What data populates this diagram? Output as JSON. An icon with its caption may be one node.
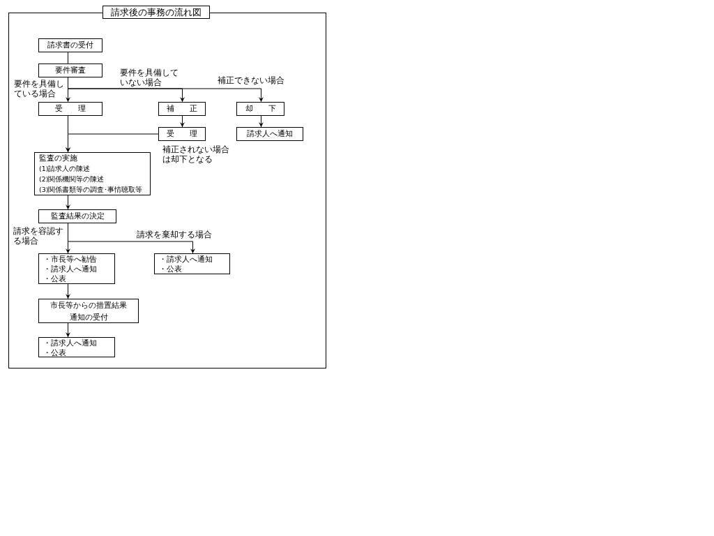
{
  "diagram": {
    "title": "請求後の事務の流れ図",
    "nodes": [
      {
        "text": [
          "請求書の受付"
        ]
      },
      {
        "text": [
          "要件審査"
        ]
      },
      {
        "text": [
          "受　　理"
        ]
      },
      {
        "text": [
          "補　　正"
        ]
      },
      {
        "text": [
          "却　　下"
        ]
      },
      {
        "text": [
          "受　　理"
        ]
      },
      {
        "text": [
          "請求人へ通知"
        ]
      },
      {
        "text": [
          "監査の実施",
          "(1)請求人の陳述",
          "(2)関係機関等の陳述",
          "(3)関係書類等の調査･事情聴取等"
        ]
      },
      {
        "text": [
          "監査結果の決定"
        ]
      },
      {
        "text": [
          "・市長等へ勧告",
          "・請求人へ通知",
          "・公表"
        ]
      },
      {
        "text": [
          "・請求人へ通知",
          "・公表"
        ]
      },
      {
        "text": [
          "市長等からの措置結果通知の受付"
        ]
      },
      {
        "text": [
          "・請求人へ通知",
          "・公表"
        ]
      }
    ],
    "edges": [
      {
        "from": 0,
        "to": 1,
        "arrow": "none"
      },
      {
        "from": 1,
        "to": 2,
        "arrow": "to",
        "label": "要件を具備している場合"
      },
      {
        "from": 1,
        "to": 3,
        "arrow": "to",
        "label": "要件を具備していない場合"
      },
      {
        "from": 1,
        "to": 4,
        "arrow": "to",
        "label": "補正できない場合"
      },
      {
        "from": 3,
        "to": 5,
        "arrow": "to"
      },
      {
        "from": 4,
        "to": 6,
        "arrow": "to"
      },
      {
        "from": 2,
        "to": 7,
        "arrow": "to"
      },
      {
        "from": 5,
        "to": 7,
        "arrow": "to"
      },
      {
        "from": 7,
        "to": 8,
        "arrow": "to"
      },
      {
        "from": 8,
        "to": 9,
        "arrow": "to",
        "label": "請求を容認する場合"
      },
      {
        "from": 8,
        "to": 10,
        "arrow": "to",
        "label": "請求を棄却する場合"
      },
      {
        "from": 9,
        "to": 11,
        "arrow": "to"
      },
      {
        "from": 11,
        "to": 12,
        "arrow": "to"
      }
    ],
    "labels": [
      "補正されない場合は却下となる"
    ]
  }
}
